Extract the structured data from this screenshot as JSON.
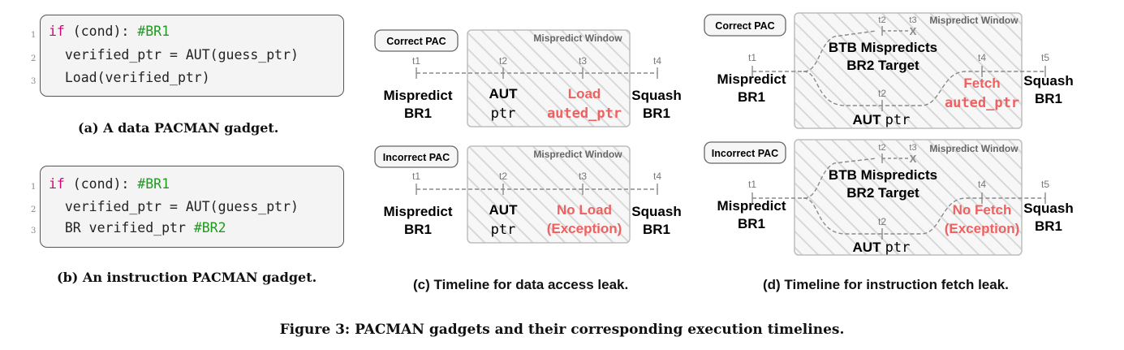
{
  "panel_a": {
    "lines": [
      {
        "num": "1",
        "kw": "if",
        "text": " (cond): ",
        "comment": "#BR1"
      },
      {
        "num": "2",
        "text": "  verified_ptr = AUT(guess_ptr)"
      },
      {
        "num": "3",
        "text": "  Load(verified_ptr)"
      }
    ],
    "caption": "(a) A data PACMAN gadget."
  },
  "panel_b": {
    "lines": [
      {
        "num": "1",
        "kw": "if",
        "text": " (cond): ",
        "comment": "#BR1"
      },
      {
        "num": "2",
        "text": "  verified_ptr = AUT(guess_ptr)"
      },
      {
        "num": "3",
        "text": "  BR verified_ptr ",
        "comment": "#BR2"
      }
    ],
    "caption": "(b) An instruction PACMAN gadget."
  },
  "panel_c": {
    "caption": "(c) Timeline for data access leak.",
    "window_label": "Mispredict Window",
    "ticks": [
      "t1",
      "t2",
      "t3",
      "t4"
    ],
    "correct": {
      "tag": "Correct PAC",
      "mispredict": [
        "Mispredict",
        "BR1"
      ],
      "aut": [
        "AUT",
        "ptr"
      ],
      "event": [
        "Load",
        "auted_ptr"
      ],
      "squash": [
        "Squash",
        "BR1"
      ]
    },
    "incorrect": {
      "tag": "Incorrect PAC",
      "mispredict": [
        "Mispredict",
        "BR1"
      ],
      "aut": [
        "AUT",
        "ptr"
      ],
      "event": [
        "No Load",
        "(Exception)"
      ],
      "squash": [
        "Squash",
        "BR1"
      ]
    }
  },
  "panel_d": {
    "caption": "(d) Timeline for instruction fetch leak.",
    "window_label": "Mispredict Window",
    "ticks": [
      "t1",
      "t2",
      "t3",
      "t4",
      "t5"
    ],
    "btb": [
      "BTB Mispredicts",
      "BR2 Target"
    ],
    "x_mark": "X",
    "correct": {
      "tag": "Correct PAC",
      "mispredict": [
        "Mispredict",
        "BR1"
      ],
      "aut": [
        "AUT",
        "ptr"
      ],
      "event": [
        "Fetch",
        "auted_ptr"
      ],
      "squash": [
        "Squash",
        "BR1"
      ]
    },
    "incorrect": {
      "tag": "Incorrect PAC",
      "mispredict": [
        "Mispredict",
        "BR1"
      ],
      "aut": [
        "AUT",
        "ptr"
      ],
      "event": [
        "No Fetch",
        "(Exception)"
      ],
      "squash": [
        "Squash",
        "BR1"
      ]
    }
  },
  "figure_caption": "Figure 3: PACMAN gadgets and their corresponding execution timelines.",
  "colors": {
    "keyword": "#d6007a",
    "comment": "#1f9a1f",
    "highlight": "#f06060",
    "line": "#8a8a8a"
  }
}
